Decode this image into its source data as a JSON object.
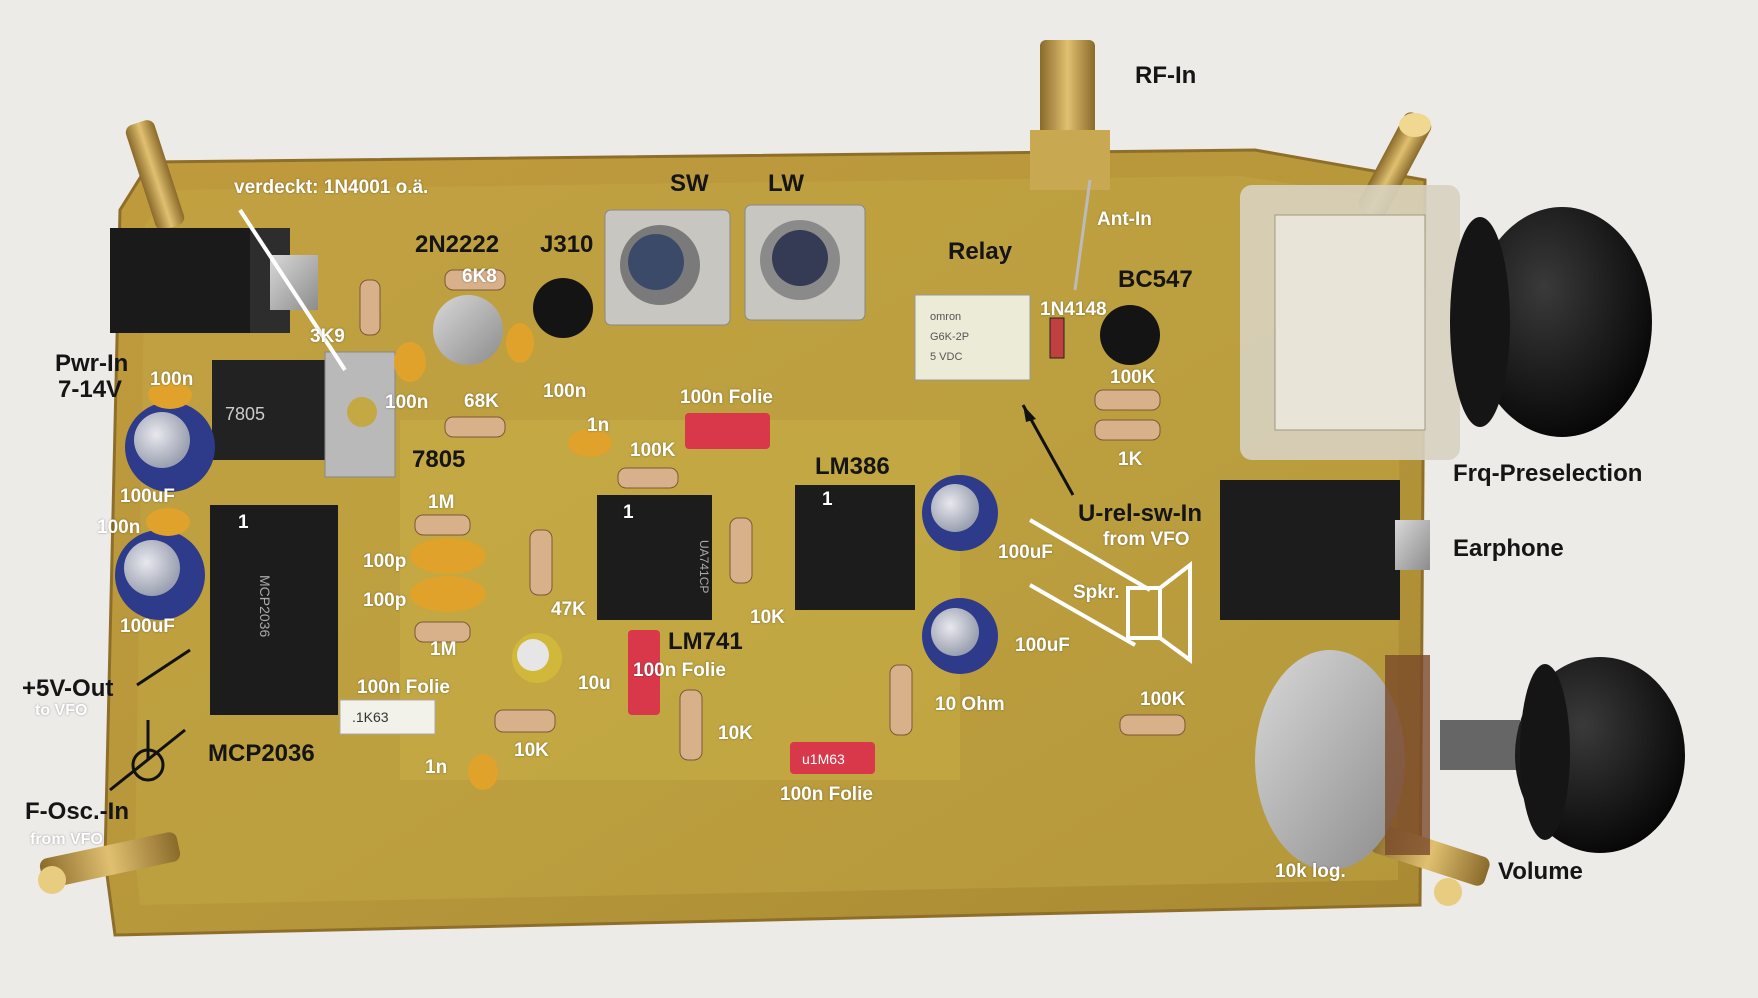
{
  "image": {
    "labels": {
      "rf_in": "RF-In",
      "ant_in": "Ant-In",
      "sw": "SW",
      "lw": "LW",
      "relay": "Relay",
      "bc547": "BC547",
      "n1n4148": "1N4148",
      "r100k_top": "100K",
      "r1k": "1K",
      "frq_preselection": "Frq-Preselection",
      "u_rel_sw_in": "U-rel-sw-In",
      "from_vfo_1": "from VFO",
      "earphone": "Earphone",
      "spkr": "Spkr.",
      "c100uf_lm386": "100uF",
      "c100uf_lower": "100uF",
      "r100k_vol": "100K",
      "r10ohm": "10 Ohm",
      "volume": "Volume",
      "pot_10k_log": "10k log.",
      "verdeckt": "verdeckt: 1N4001 o.ä.",
      "n2n2222": "2N2222",
      "j310": "J310",
      "r6k8": "6K8",
      "r3k9": "3K9",
      "pwr_in_1": "Pwr-In",
      "pwr_in_2": "7-14V",
      "c100n_pwr": "100n",
      "c100n_reg": "100n",
      "r68k": "68K",
      "c100n_j310": "100n",
      "c100n_folie_top": "100n Folie",
      "reg_7805": "7805",
      "c1n_mid": "1n",
      "r100k_mid": "100K",
      "lm386": "LM386",
      "c100uf_left1": "100uF",
      "c100n_left": "100n",
      "c100uf_left2": "100uF",
      "r1m_top": "1M",
      "c100p_1": "100p",
      "c100p_2": "100p",
      "r1m_bottom": "1M",
      "r47k": "47K",
      "r10k_a": "10K",
      "lm741": "LM741",
      "c100n_folie_mid": "100n Folie",
      "c10u": "10u",
      "plus5v_out": "+5V-Out",
      "to_vfo": "to VFO",
      "c100n_folie_left": "100n Folie",
      "r10k_b": "10K",
      "r10k_c": "10K",
      "mcp2036": "MCP2036",
      "c1n_low": "1n",
      "f_osc_in": "F-Osc.-In",
      "from_vfo_2": "from VFO",
      "c100n_folie_bottom": "100n Folie"
    },
    "component_markings": {
      "reg_text": "7805",
      "mcp_chip": "MCP2036",
      "lm741_chip": "UA741CP",
      "relay_brand": "omron",
      "relay_model": "G6K-2P",
      "relay_voltage": "5 VDC",
      "film_cap_left": ".1K63",
      "film_cap_bottom": "u1M63",
      "pin1": "1"
    },
    "colors": {
      "pcb": "#b39a3a",
      "pcb_edge": "#8f6e2a",
      "background": "#ecebe8",
      "label_dark": "#151515",
      "label_white": "#ffffff",
      "film_cap": "#d8384a",
      "ceramic_cap": "#e0a22a",
      "electrolytic": "#2e3a8a",
      "ic": "#1c1c1c",
      "knob": "#111111"
    }
  }
}
